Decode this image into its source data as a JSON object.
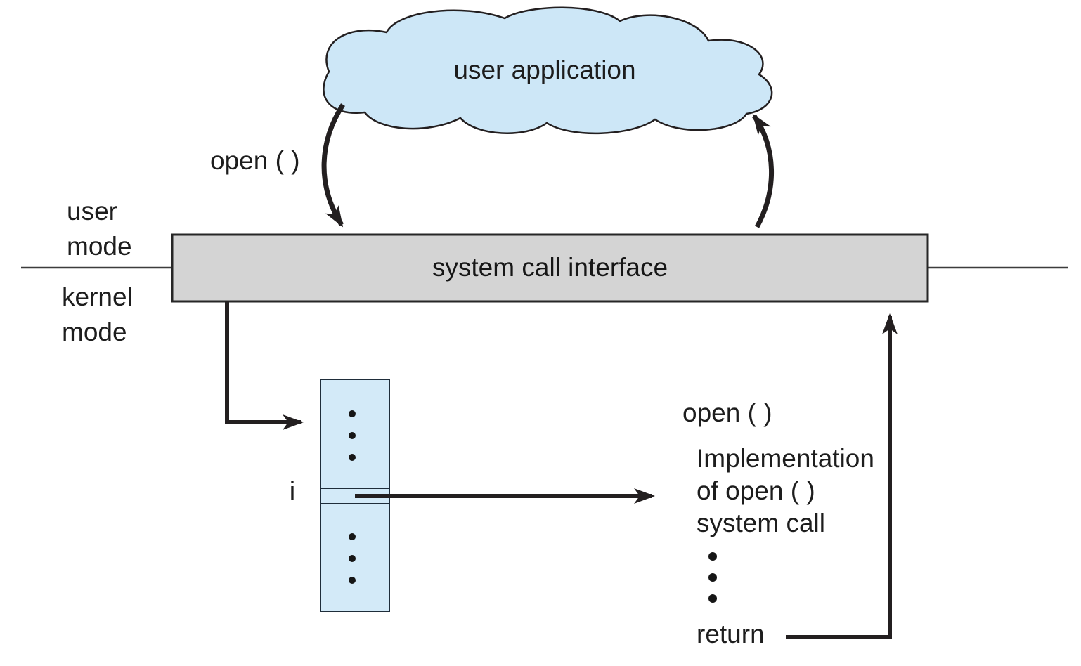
{
  "diagram": {
    "cloud_label": "user application",
    "open_call_label": "open ( )",
    "user_mode": {
      "line1": "user",
      "line2": "mode"
    },
    "kernel_mode": {
      "line1": "kernel",
      "line2": "mode"
    },
    "interface_label": "system call interface",
    "table_index_label": "i",
    "implementation": {
      "header": "open ( )",
      "line1": "Implementation",
      "line2": "of open ( )",
      "line3": "system call",
      "return_label": "return"
    },
    "colors": {
      "cloud_fill": "#cde7f7",
      "table_fill": "#d3eaf8",
      "box_fill": "#d4d4d4",
      "box_stroke": "#262626",
      "shape_stroke": "#231f20",
      "arrow": "#231f20",
      "divider": "#3c3c3c"
    }
  }
}
